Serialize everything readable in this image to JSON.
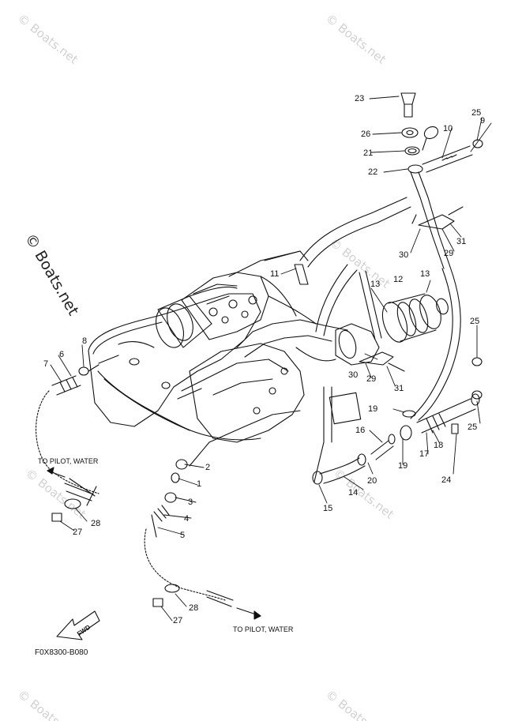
{
  "watermark_text": "© Boats.net",
  "brand_text": "© Boats.net",
  "diagram_code": "F0X8300-B080",
  "fwd_label": "FWD",
  "notes": {
    "pilot_water_left": "TO PILOT, WATER",
    "pilot_water_bottom": "TO PILOT, WATER"
  },
  "callouts": {
    "c1": "1",
    "c2": "2",
    "c3": "3",
    "c4": "4",
    "c5": "5",
    "c6": "6",
    "c7": "7",
    "c8": "8",
    "c9": "9",
    "c10": "10",
    "c11": "11",
    "c12": "12",
    "c13a": "13",
    "c13b": "13",
    "c14": "14",
    "c15": "15",
    "c16": "16",
    "c17": "17",
    "c18": "18",
    "c19a": "19",
    "c19b": "19",
    "c20": "20",
    "c21": "21",
    "c22": "22",
    "c23": "23",
    "c24": "24",
    "c25a": "25",
    "c25b": "25",
    "c25c": "25",
    "c26": "26",
    "c27a": "27",
    "c27b": "27",
    "c28a": "28",
    "c28b": "28",
    "c29a": "29",
    "c29b": "29",
    "c30a": "30",
    "c30b": "30",
    "c31a": "31",
    "c31b": "31"
  }
}
